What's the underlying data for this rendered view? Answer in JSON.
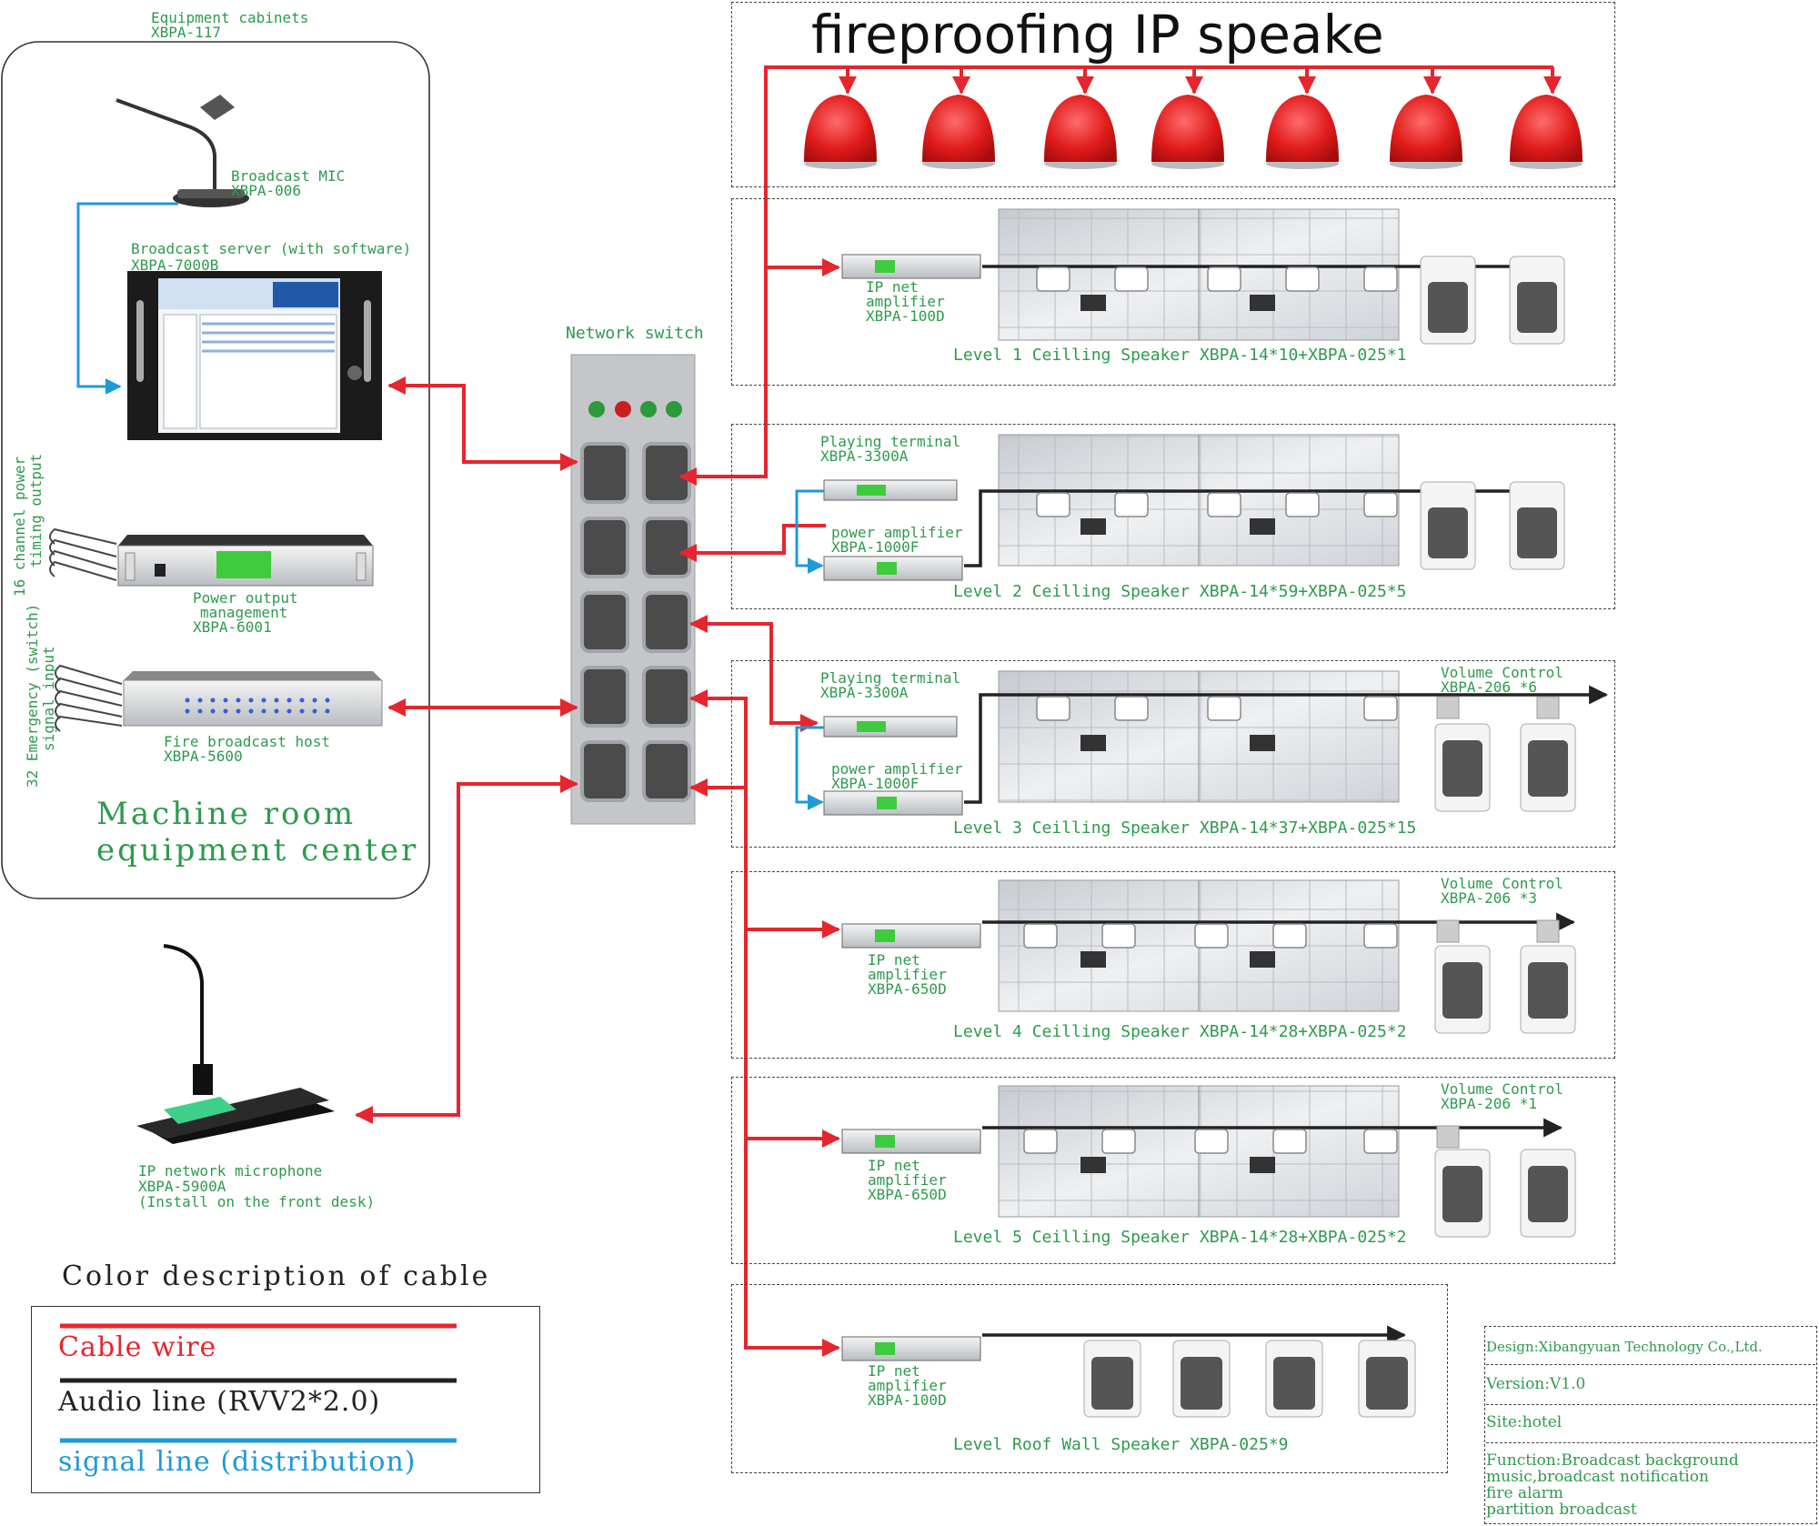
{
  "title": "fireproofing  IP speake",
  "machine_room": {
    "cabinet_label": "Equipment cabinets",
    "cabinet_model": "XBPA-117",
    "mic_label": "Broadcast MIC",
    "mic_model": "XBPA-006",
    "server_label": "Broadcast server (with software)",
    "server_model": "XBPA-7000B",
    "power_label_1": "Power output",
    "power_label_2": "management",
    "power_model": "XBPA-6001",
    "power_side_1": "16 channel power",
    "power_side_2": "timing output",
    "fire_label": "Fire broadcast host",
    "fire_model": "XBPA-5600",
    "fire_side_1": "32 Emergency (switch)",
    "fire_side_2": "signal input",
    "room_title_1": "Machine room",
    "room_title_2": "equipment center"
  },
  "switch_label": "Network switch",
  "front_mic": {
    "label": "IP network microphone",
    "model": "XBPA-5900A",
    "note": "(Install on the front desk)"
  },
  "legend": {
    "title": "Color description of cable",
    "cable": "Cable wire",
    "audio": "Audio line (RVV2*2.0)",
    "signal": "signal line (distribution)",
    "colors": {
      "cable": "#e5262e",
      "audio": "#222222",
      "signal": "#1e9ad6"
    }
  },
  "levels": {
    "l1": {
      "amp_1": "IP net",
      "amp_2": "amplifier",
      "amp_3": "XBPA-100D",
      "caption": "Level 1 Ceilling Speaker  XBPA-14*10+XBPA-025*1"
    },
    "l2": {
      "term_1": "Playing terminal",
      "term_2": "XBPA-3300A",
      "pa_1": "power amplifier",
      "pa_2": "XBPA-1000F",
      "caption": "Level 2 Ceilling Speaker  XBPA-14*59+XBPA-025*5"
    },
    "l3": {
      "term_1": "Playing terminal",
      "term_2": "XBPA-3300A",
      "pa_1": "power amplifier",
      "pa_2": "XBPA-1000F",
      "vc_1": "Volume Control",
      "vc_2": "XBPA-206 *6",
      "caption": "Level 3 Ceilling Speaker  XBPA-14*37+XBPA-025*15"
    },
    "l4": {
      "amp_1": "IP net",
      "amp_2": "amplifier",
      "amp_3": "XBPA-650D",
      "vc_1": "Volume Control",
      "vc_2": "XBPA-206 *3",
      "caption": "Level 4 Ceilling Speaker  XBPA-14*28+XBPA-025*2"
    },
    "l5": {
      "amp_1": "IP net",
      "amp_2": "amplifier",
      "amp_3": "XBPA-650D",
      "vc_1": "Volume Control",
      "vc_2": "XBPA-206 *1",
      "caption": "Level 5 Ceilling Speaker  XBPA-14*28+XBPA-025*2"
    },
    "roof": {
      "amp_1": "IP net",
      "amp_2": "amplifier",
      "amp_3": "XBPA-100D",
      "caption": "Level Roof  Wall Speaker  XBPA-025*9"
    }
  },
  "info": {
    "design": "Design:Xibangyuan Technology Co.,Ltd.",
    "version": "Version:V1.0",
    "site": "Site:hotel",
    "function_1": "Function:Broadcast background",
    "function_2": "music,broadcast notification",
    "function_3": "fire alarm",
    "function_4": "partition broadcast"
  }
}
